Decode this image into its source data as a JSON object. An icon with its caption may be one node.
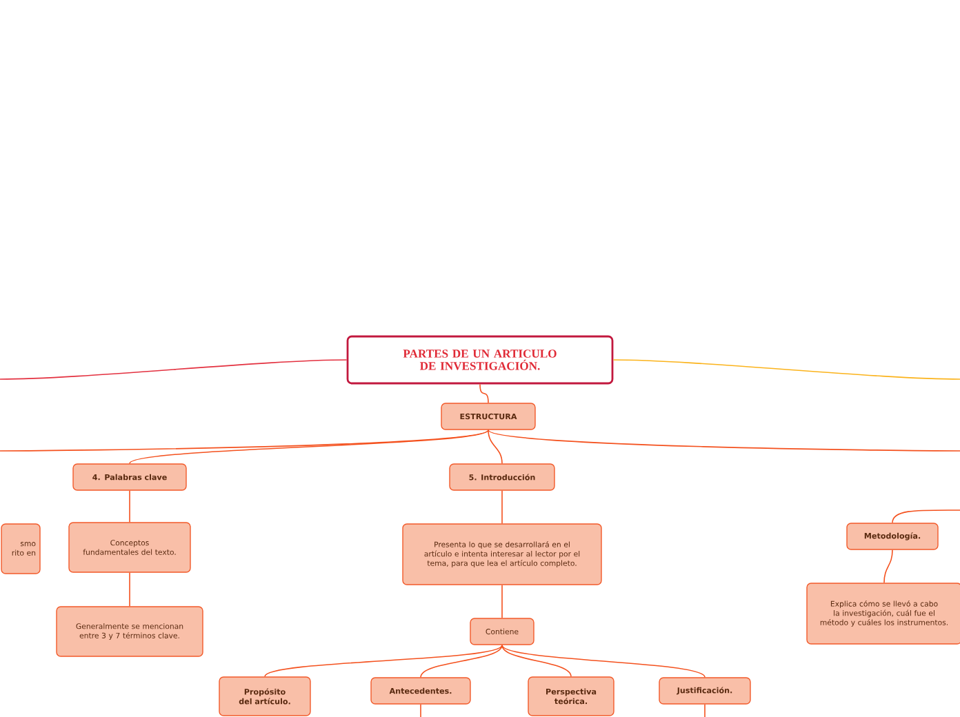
{
  "diagram": {
    "nodes": [
      {
        "text": [
          "PARTES DE UN ARTICULO DE INVESTIGACIÓN."
        ]
      },
      {
        "text": [
          "ESTRUCTURA"
        ]
      },
      {
        "text": [
          "4. Palabras clave"
        ]
      },
      {
        "text": [
          "5. Introducción"
        ]
      },
      {
        "text": [
          "smo rito en"
        ]
      },
      {
        "text": [
          "Conceptos fundamentales del texto."
        ]
      },
      {
        "text": [
          "Generalmente se mencionan entre 3 y 7 términos clave."
        ]
      },
      {
        "text": [
          "Presenta lo que se desarrollará en el artículo e intenta interesar al lector por el tema, para que lea el artículo completo."
        ]
      },
      {
        "text": [
          "Contiene"
        ]
      },
      {
        "text": [
          "Propósito del artículo."
        ]
      },
      {
        "text": [
          "Antecedentes."
        ]
      },
      {
        "text": [
          "Perspectiva teórica."
        ]
      },
      {
        "text": [
          "Justificación."
        ]
      },
      {
        "text": [
          "Metodología."
        ]
      },
      {
        "text": [
          "Explica cómo se llevó a cabo la investigación, cuál fue el método y cuáles los instrumentos."
        ]
      }
    ],
    "edges": [
      {
        "from": 0,
        "to": 1,
        "arrow": "none"
      },
      {
        "from": 0,
        "to": null,
        "arrow": "none",
        "color": "#e3303f"
      },
      {
        "from": 0,
        "to": null,
        "arrow": "none",
        "color": "#fbb31b"
      },
      {
        "from": 1,
        "to": 2,
        "arrow": "none"
      },
      {
        "from": 1,
        "to": 3,
        "arrow": "none"
      },
      {
        "from": 1,
        "to": null,
        "arrow": "none"
      },
      {
        "from": 1,
        "to": null,
        "arrow": "none"
      },
      {
        "from": null,
        "to": 13,
        "arrow": "none"
      },
      {
        "from": 13,
        "to": 14,
        "arrow": "none"
      },
      {
        "from": 2,
        "to": 5,
        "arrow": "none"
      },
      {
        "from": 5,
        "to": 6,
        "arrow": "none"
      },
      {
        "from": 3,
        "to": 7,
        "arrow": "none"
      },
      {
        "from": 7,
        "to": 8,
        "arrow": "none"
      },
      {
        "from": 8,
        "to": 9,
        "arrow": "none"
      },
      {
        "from": 8,
        "to": 10,
        "arrow": "none"
      },
      {
        "from": 8,
        "to": 11,
        "arrow": "none"
      },
      {
        "from": 8,
        "to": 12,
        "arrow": "none"
      },
      {
        "from": 10,
        "to": null,
        "arrow": "none"
      },
      {
        "from": 12,
        "to": null,
        "arrow": "none"
      }
    ]
  }
}
